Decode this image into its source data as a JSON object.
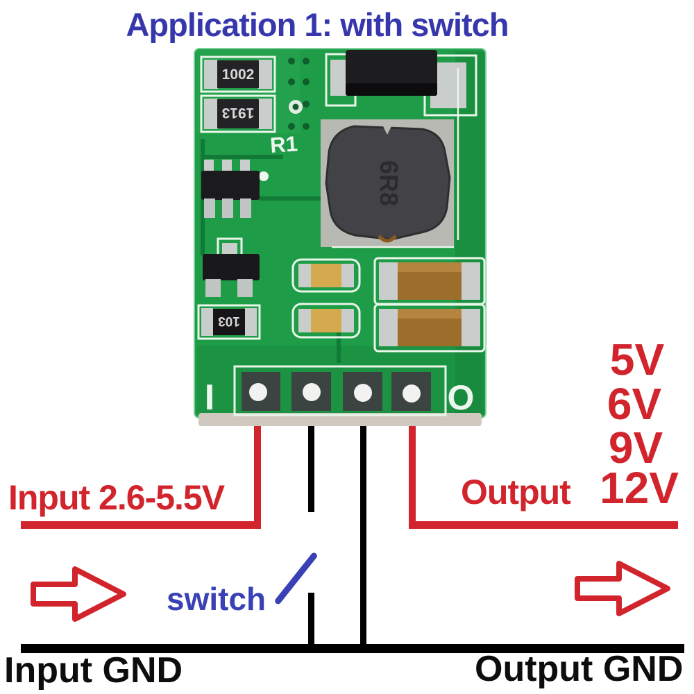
{
  "title": "Application 1: with switch",
  "colors": {
    "annotation_red": "#d2242c",
    "title_blue": "#3737ad",
    "switch_blue": "#3a41b5",
    "board_green": "#1f9c48",
    "gnd_black": "#000000"
  },
  "pcb": {
    "silkscreen": {
      "r1": "R1",
      "input_pin": "I",
      "output_pin": "O"
    },
    "components": {
      "resistor_top_code": "1002",
      "resistor_mid_code": "1913",
      "resistor_bottom_code": "103",
      "inductor_code": "6R8"
    }
  },
  "annotations": {
    "input_voltage": "Input 2.6-5.5V",
    "switch_label": "switch",
    "input_gnd": "Input GND",
    "output_gnd": "Output GND",
    "output_label": "Output",
    "voltages": [
      "5V",
      "6V",
      "9V",
      "12V"
    ]
  }
}
